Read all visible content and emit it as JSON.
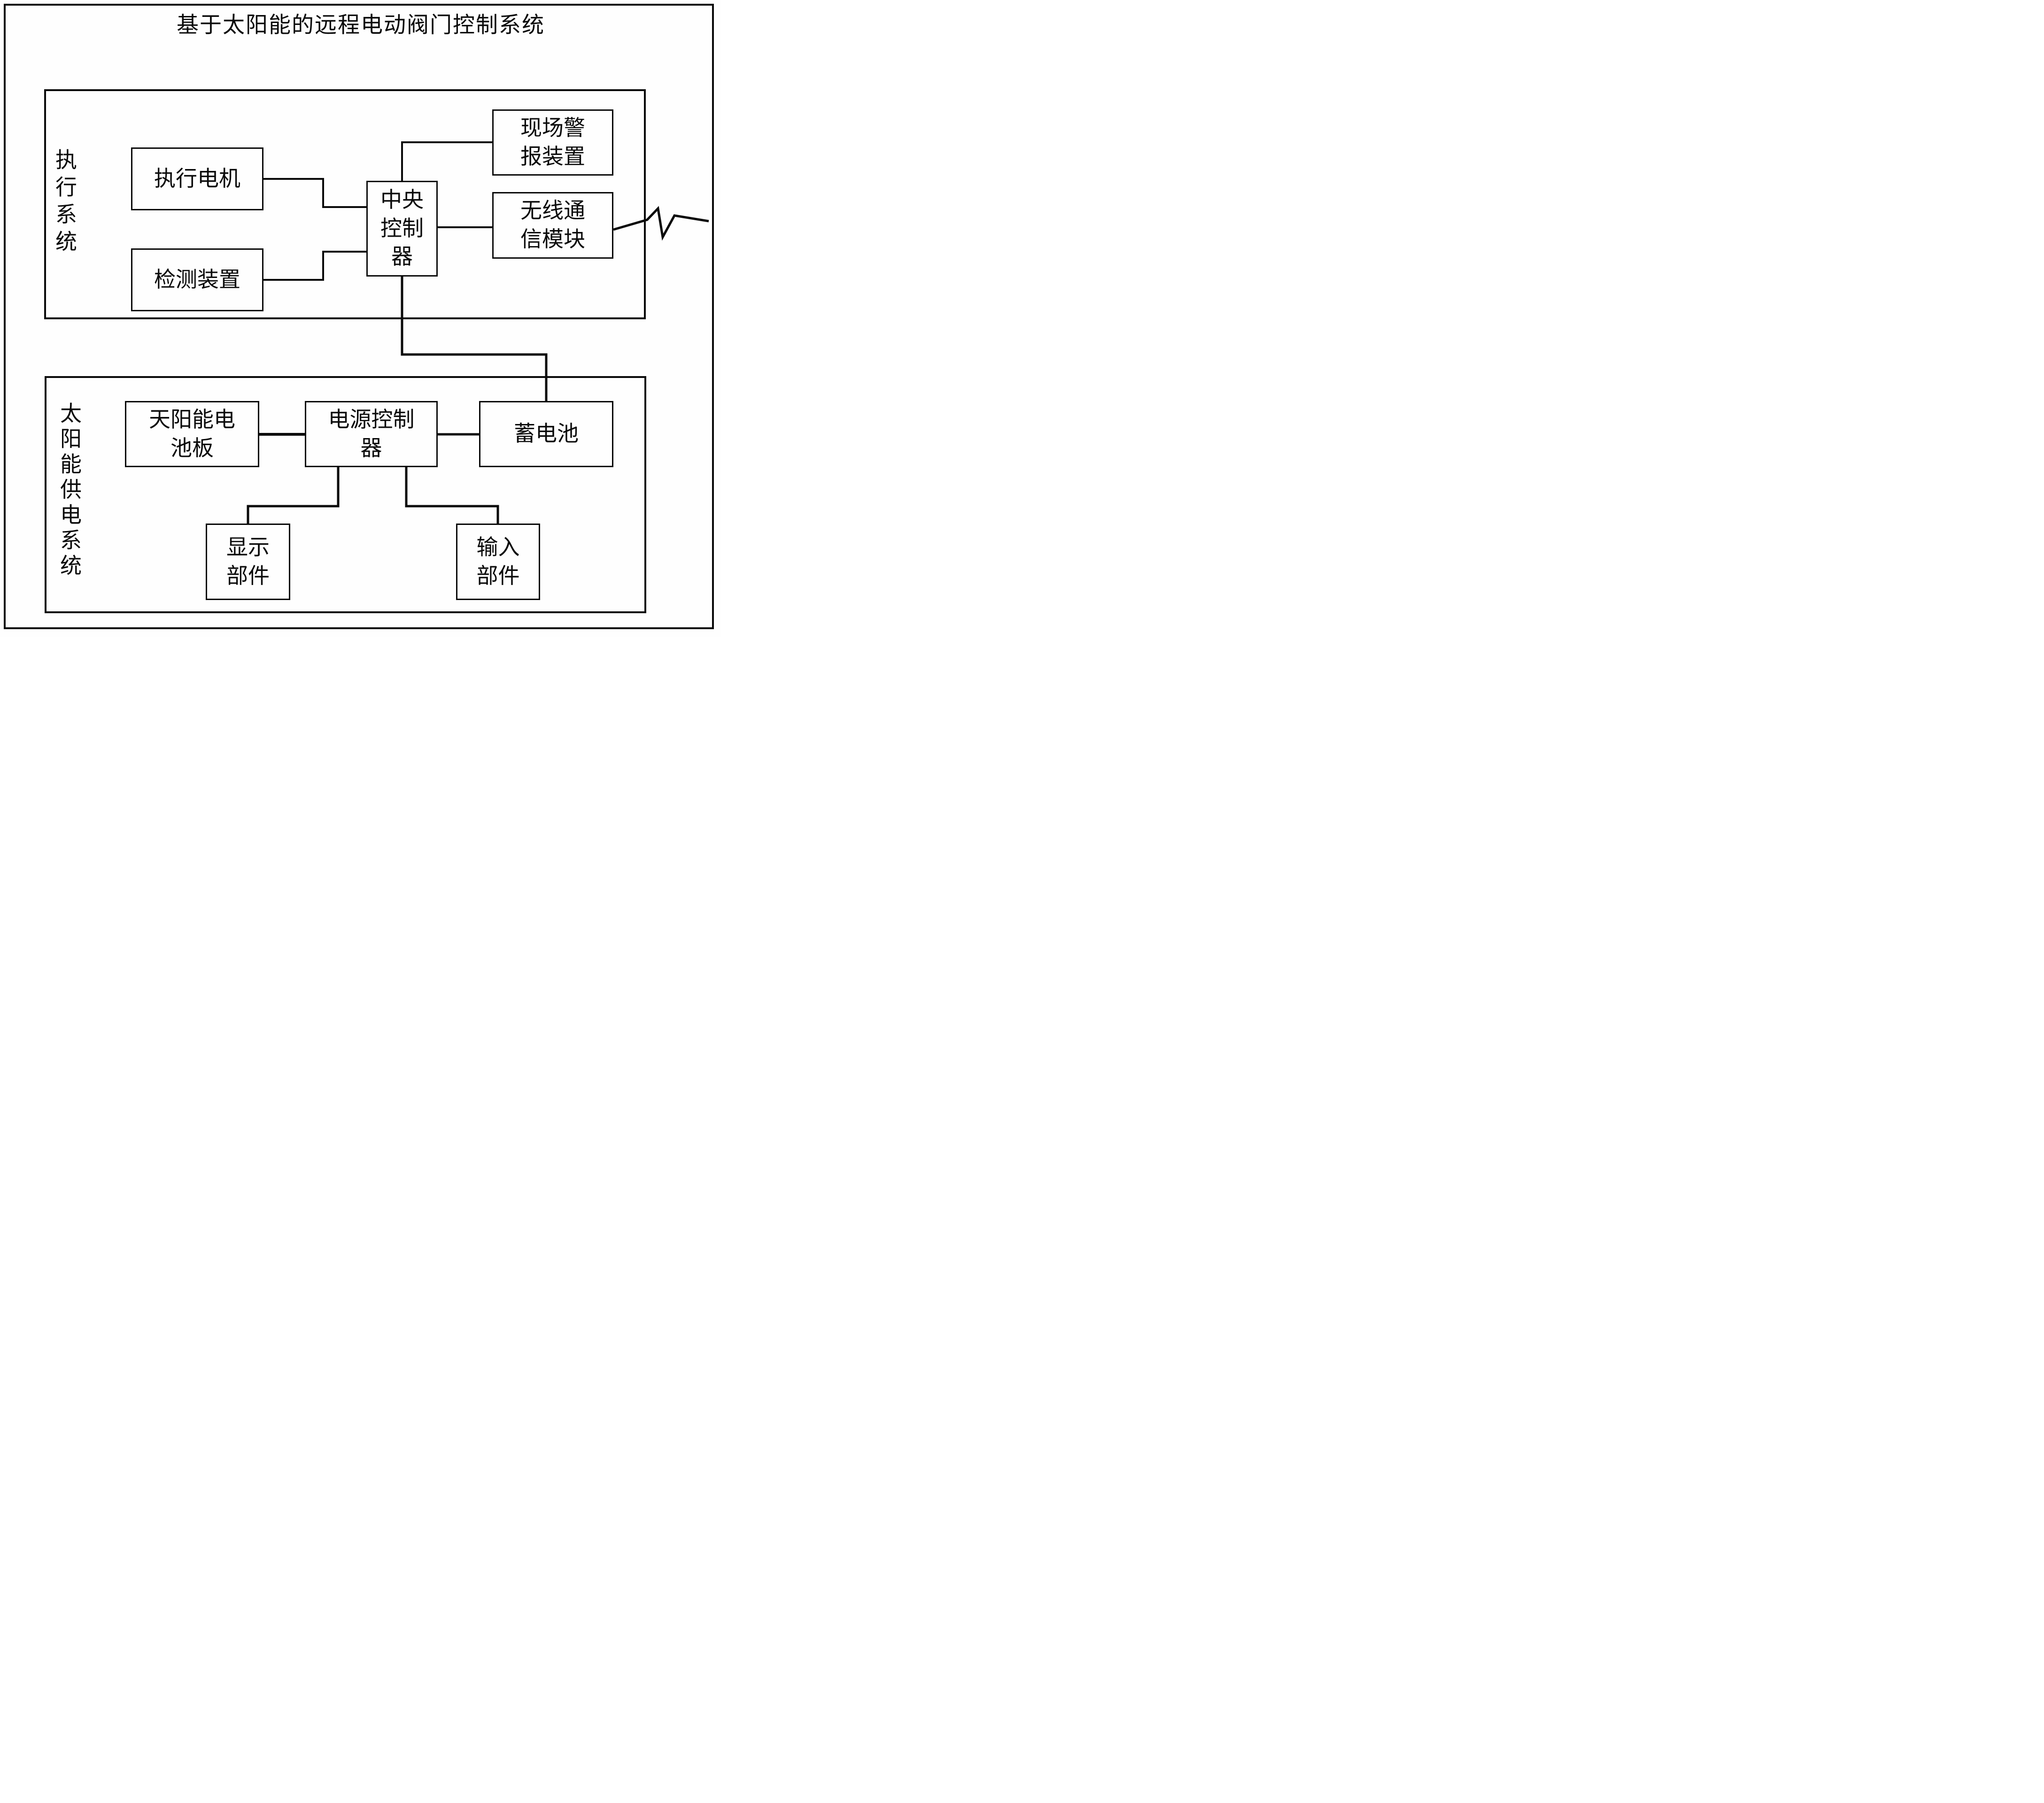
{
  "title": "基于太阳能的远程电动阀门控制系统",
  "systems": {
    "execution": {
      "label": "执行系统"
    },
    "solar": {
      "label": "太阳能供电系统"
    }
  },
  "boxes": {
    "motor": {
      "label": "执行电机"
    },
    "detector": {
      "label": "检测装置"
    },
    "central_controller": {
      "label": "中央\n控制\n器"
    },
    "alarm": {
      "label": "现场警\n报装置"
    },
    "wireless": {
      "label": "无线通\n信模块"
    },
    "solar_panel": {
      "label": "天阳能电\n池板"
    },
    "power_controller": {
      "label": "电源控制\n器"
    },
    "battery": {
      "label": "蓄电池"
    },
    "display": {
      "label": "显示\n部件"
    },
    "input": {
      "label": "输入\n部件"
    }
  },
  "connections": [
    {
      "from": "执行电机",
      "to": "中央控制器"
    },
    {
      "from": "检测装置",
      "to": "中央控制器"
    },
    {
      "from": "中央控制器",
      "to": "现场警报装置"
    },
    {
      "from": "中央控制器",
      "to": "无线通信模块"
    },
    {
      "from": "中央控制器",
      "to": "蓄电池"
    },
    {
      "from": "天阳能电池板",
      "to": "电源控制器"
    },
    {
      "from": "电源控制器",
      "to": "蓄电池"
    },
    {
      "from": "电源控制器",
      "to": "显示部件"
    },
    {
      "from": "电源控制器",
      "to": "输入部件"
    },
    {
      "from": "无线通信模块",
      "to": "无线信号（锯齿符号）"
    }
  ],
  "icons": {
    "wireless_signal": "zigzag-lightning"
  },
  "colors": {
    "line": "#0a0a0a",
    "background": "#fefefe"
  }
}
